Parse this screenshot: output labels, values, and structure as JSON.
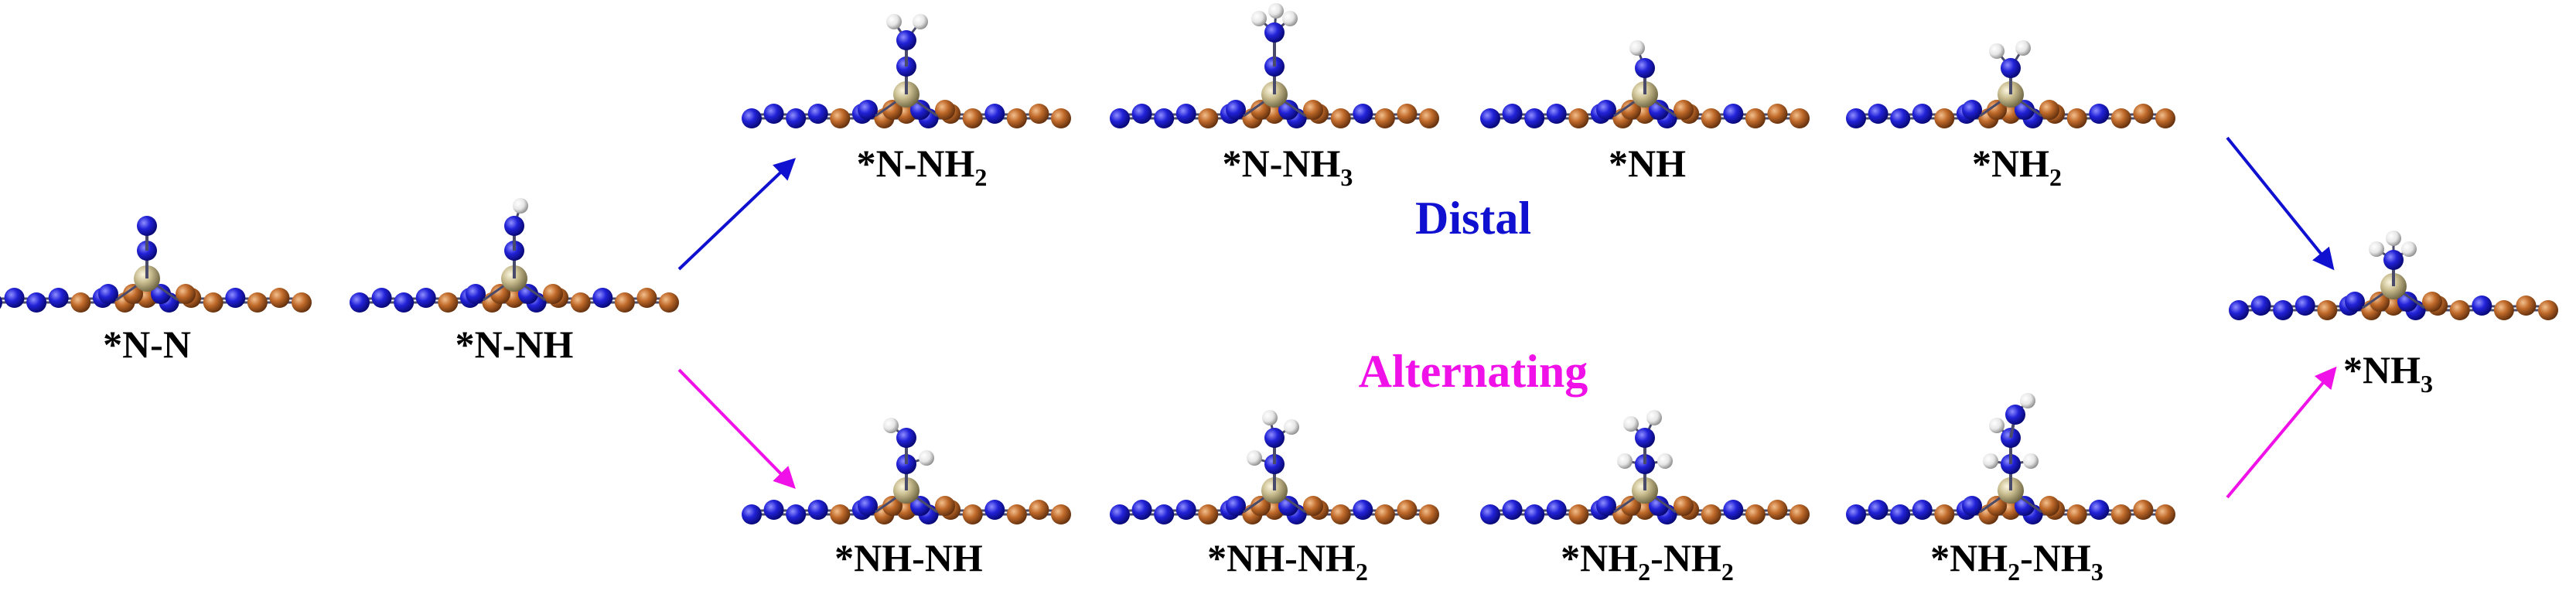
{
  "colors": {
    "distal": "#1010d0",
    "alternating": "#f010e8",
    "atom_N": "#1b1bcc",
    "atom_C": "#c06a2a",
    "atom_metal": "#c8bc8e",
    "atom_H": "#e6e6e6"
  },
  "pathways": {
    "distal": "Distal",
    "alternating": "Alternating"
  },
  "labels": {
    "nn": {
      "prefix": "*N-N"
    },
    "nnh": {
      "prefix": "*N-NH"
    },
    "nnh2": {
      "prefix": "*N-NH",
      "sub": "2"
    },
    "nnh3": {
      "prefix": "*N-NH",
      "sub": "3"
    },
    "nh": {
      "prefix": "*NH"
    },
    "nh2": {
      "prefix": "*NH",
      "sub": "2"
    },
    "nh3": {
      "prefix": "*NH",
      "sub": "3"
    },
    "nhnh": {
      "prefix": "*NH-NH"
    },
    "nhnh2": {
      "prefix": "*NH-NH",
      "sub": "2"
    },
    "nh2nh2": {
      "prefix": "*NH",
      "sub": "2",
      "mid": "-NH",
      "sub2": "2"
    },
    "nh2nh3": {
      "prefix": "*NH",
      "sub": "2",
      "mid": "-NH",
      "sub2": "3"
    }
  }
}
